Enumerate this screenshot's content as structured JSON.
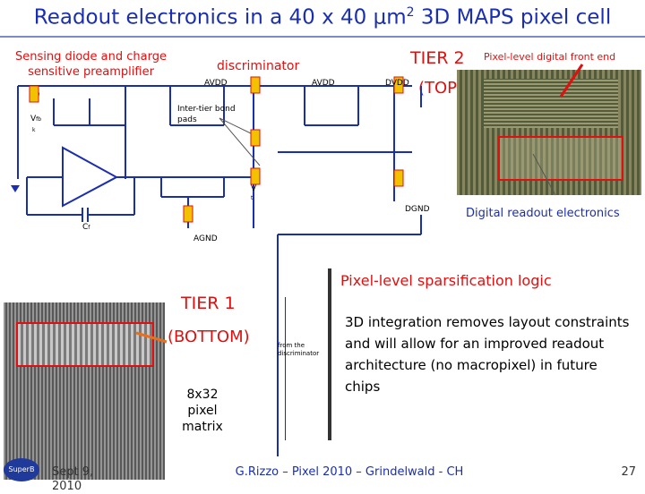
{
  "slide": {
    "title_part1": "Readout electronics in a 40 x 40 ",
    "title_unit": "μm",
    "title_sup": "2",
    "title_part2": " 3D MAPS pixel cell",
    "sensing_label": "Sensing diode and charge sensitive preamplifier",
    "discriminator_label": "discriminator",
    "tier2_label": "TIER 2",
    "pixel_digital_front_label": "Pixel-level digital front end",
    "top_label": "(TOP)",
    "avdd_left": "AVDD",
    "avdd_right": "AVDD",
    "dvdd": "DVDD",
    "inter_tier_label": "Inter-tier bond pads",
    "vfb_label": "V",
    "vfb_sub": "fb",
    "vfb_sub2": "k",
    "cf_label": "C",
    "cf_sub": "f",
    "v_label": "V",
    "v_sub": "t",
    "dgnd": "DGND",
    "agnd": "AGND",
    "digital_readout_label": "Digital readout electronics",
    "sparsification_label": "Pixel-level sparsification logic",
    "tier1_label": "TIER 1",
    "bottom_label": "(BOTTOM)",
    "matrix_label": "8x32 pixel matrix",
    "from_disc_label": "from the discriminator",
    "integration_text": "3D integration removes layout constraints and will allow for an improved readout architecture (no macropixel) in future chips",
    "footer_date": "Sept 9, 2010",
    "footer_center": "G.Rizzo – Pixel 2010 – Grindelwald - CH",
    "page_number": "27",
    "logo_text": "SuperB"
  },
  "colors": {
    "title": "#1a2fb0",
    "accent_red": "#e01010",
    "wire": "#1a2fb0",
    "pad": "#e8b400"
  }
}
